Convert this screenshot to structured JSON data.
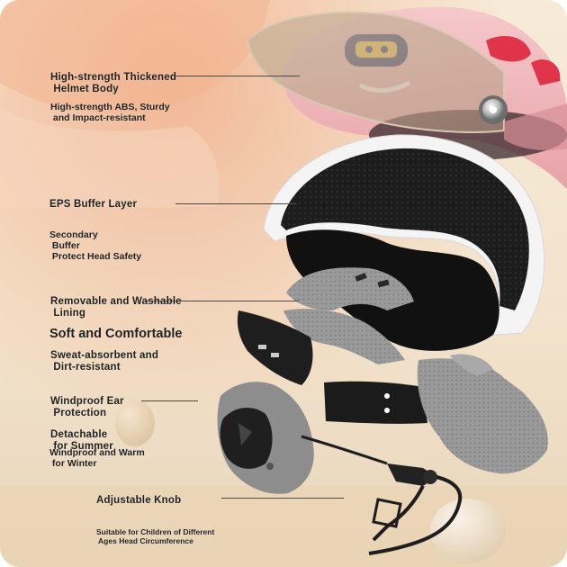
{
  "labels": {
    "body_title": "High-strength Thickened\n Helmet Body",
    "body_desc": "High-strength ABS, Sturdy\n and Impact-resistant",
    "eps_title": "EPS Buffer Layer",
    "eps_desc": "Secondary\n Buffer\n Protect Head Safety",
    "lining_title": "Removable and Washable\n Lining",
    "comfort_title": "Soft and Comfortable",
    "comfort_desc": "Sweat-absorbent and\n Dirt-resistant",
    "ear_title": "Windproof Ear\n Protection",
    "ear_detach": "Detachable\n for Summer",
    "ear_desc": "Windproof and Warm\n for Winter",
    "knob_title": "Adjustable Knob",
    "knob_desc": "Suitable for Children of Different\n Ages Head Circumference"
  },
  "colors": {
    "background": "#f3e3cc",
    "helmet_shell": "#f0b9bd",
    "eps_white": "#f4f4f4",
    "eps_black": "#1a1a1a",
    "lining_gray": "#8d8d8d",
    "text": "#1f1f1f"
  },
  "icons": {
    "visor_knob": "round-chrome-knob",
    "helmet_logo": "cartoon-robot-badge"
  }
}
